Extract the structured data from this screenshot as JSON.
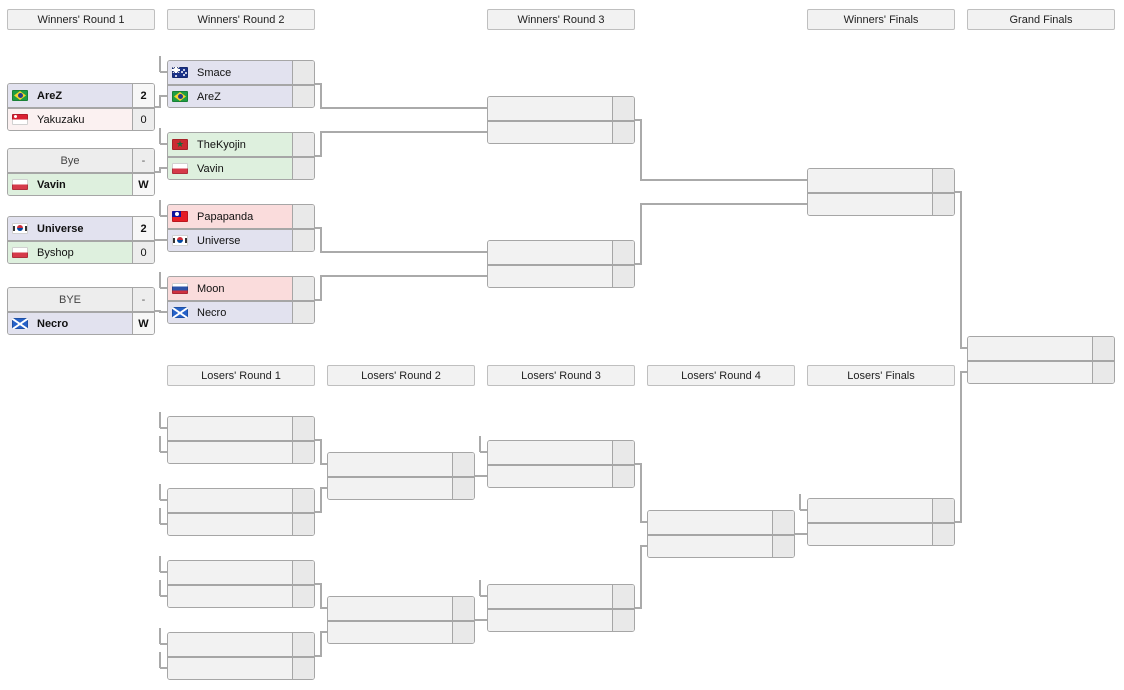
{
  "headers": {
    "winners_round_1": "Winners' Round 1",
    "winners_round_2": "Winners' Round 2",
    "winners_round_3": "Winners' Round 3",
    "winners_finals": "Winners' Finals",
    "grand_finals": "Grand Finals",
    "losers_round_1": "Losers' Round 1",
    "losers_round_2": "Losers' Round 2",
    "losers_round_3": "Losers' Round 3",
    "losers_round_4": "Losers' Round 4",
    "losers_finals": "Losers' Finals"
  },
  "colors": {
    "row_lavender": "#e2e2ef",
    "row_green": "#def0de",
    "row_pink": "#fadcdc",
    "row_faint_pink": "#fbf1f1",
    "row_bye": "#ededed",
    "row_empty": "#f2f2f2",
    "score_empty": "#e9e9e9",
    "score_default": "#ededed",
    "score_winner": "#f7f7f7",
    "border": "#a6a6a6",
    "connector": "#aaaaaa",
    "header_bg": "#f2f2f2"
  },
  "matches": {
    "wr1m1": {
      "p1": {
        "name": "AreZ",
        "flag": "brazil",
        "bg": "lavender",
        "bold": true,
        "score": "2",
        "score_style": "win"
      },
      "p2": {
        "name": "Yakuzaku",
        "flag": "singapore",
        "bg": "faint_pink",
        "score": "0",
        "score_style": "loss"
      }
    },
    "wr1m2": {
      "p1": {
        "name": "Bye",
        "bye": true,
        "score": "-",
        "score_style": "dash"
      },
      "p2": {
        "name": "Vavin",
        "flag": "poland",
        "bg": "green",
        "bold": true,
        "score": "W",
        "score_style": "win"
      }
    },
    "wr1m3": {
      "p1": {
        "name": "Universe",
        "flag": "southkorea",
        "bg": "lavender",
        "bold": true,
        "score": "2",
        "score_style": "win"
      },
      "p2": {
        "name": "Byshop",
        "flag": "poland",
        "bg": "green",
        "score": "0",
        "score_style": "loss"
      }
    },
    "wr1m4": {
      "p1": {
        "name": "BYE",
        "bye": true,
        "score": "-",
        "score_style": "dash"
      },
      "p2": {
        "name": "Necro",
        "flag": "scotland",
        "bg": "lavender",
        "bold": true,
        "score": "W",
        "score_style": "win"
      }
    },
    "wr2m1": {
      "p1": {
        "name": "Smace",
        "flag": "australia",
        "bg": "lavender"
      },
      "p2": {
        "name": "AreZ",
        "flag": "brazil",
        "bg": "lavender"
      }
    },
    "wr2m2": {
      "p1": {
        "name": "TheKyojin",
        "flag": "morocco",
        "bg": "green"
      },
      "p2": {
        "name": "Vavin",
        "flag": "poland",
        "bg": "green"
      }
    },
    "wr2m3": {
      "p1": {
        "name": "Papapanda",
        "flag": "taiwan",
        "bg": "pink"
      },
      "p2": {
        "name": "Universe",
        "flag": "southkorea",
        "bg": "lavender"
      }
    },
    "wr2m4": {
      "p1": {
        "name": "Moon",
        "flag": "russia",
        "bg": "pink"
      },
      "p2": {
        "name": "Necro",
        "flag": "scotland",
        "bg": "lavender"
      }
    },
    "wr3m1": {
      "p1": {},
      "p2": {}
    },
    "wr3m2": {
      "p1": {},
      "p2": {}
    },
    "wf": {
      "p1": {},
      "p2": {}
    },
    "gf": {
      "p1": {},
      "p2": {}
    },
    "lr1m1": {
      "p1": {},
      "p2": {}
    },
    "lr1m2": {
      "p1": {},
      "p2": {}
    },
    "lr1m3": {
      "p1": {},
      "p2": {}
    },
    "lr1m4": {
      "p1": {},
      "p2": {}
    },
    "lr2m1": {
      "p1": {},
      "p2": {}
    },
    "lr2m2": {
      "p1": {},
      "p2": {}
    },
    "lr3m1": {
      "p1": {},
      "p2": {}
    },
    "lr3m2": {
      "p1": {},
      "p2": {}
    },
    "lr4": {
      "p1": {},
      "p2": {}
    },
    "lf": {
      "p1": {},
      "p2": {}
    }
  }
}
